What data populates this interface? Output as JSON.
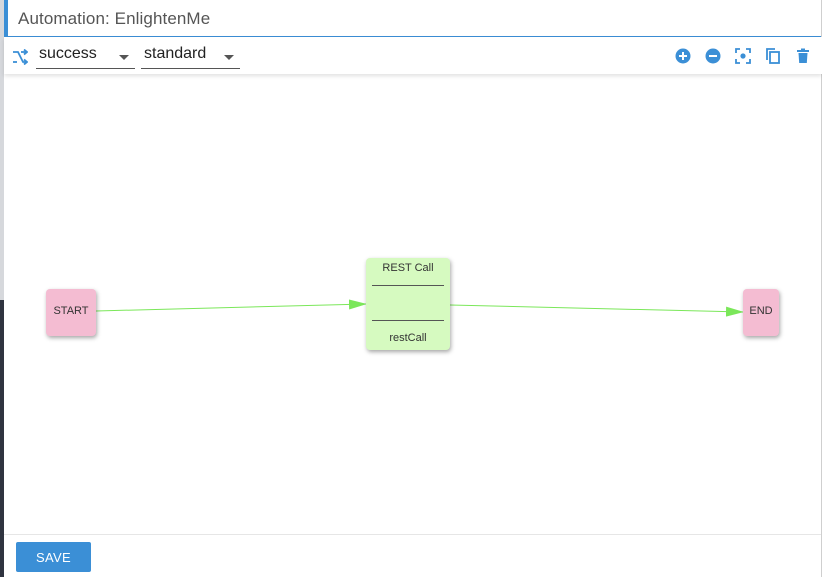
{
  "dialog": {
    "title": "Automation: EnlightenMe"
  },
  "toolbar": {
    "status_select": {
      "value": "success"
    },
    "mode_select": {
      "value": "standard"
    },
    "icons": [
      "shuffle-icon",
      "zoom-in-icon",
      "zoom-out-icon",
      "fit-screen-icon",
      "copy-icon",
      "delete-icon"
    ]
  },
  "workflow": {
    "start_node": {
      "label": "START"
    },
    "task_node": {
      "title": "REST Call",
      "name": "restCall"
    },
    "end_node": {
      "label": "END"
    },
    "edge_color": "#7be75a"
  },
  "footer": {
    "save_label": "SAVE"
  },
  "colors": {
    "accent": "#3b8fd6",
    "terminal_node": "#f4bcd2",
    "task_node": "#d6fac0"
  }
}
